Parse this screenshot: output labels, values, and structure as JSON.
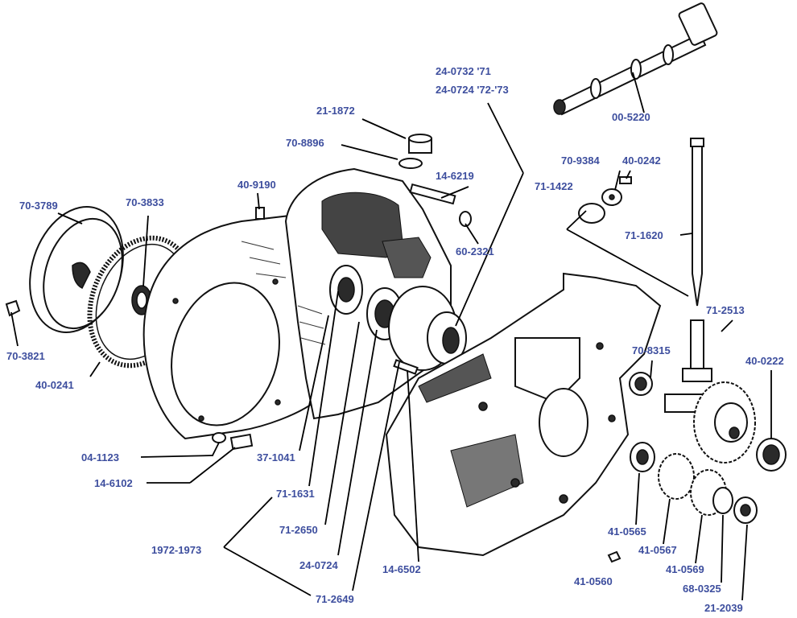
{
  "diagram": {
    "labels": [
      {
        "id": "00-5220",
        "text": "00-5220"
      },
      {
        "id": "24-0732",
        "text": "24-0732  '71"
      },
      {
        "id": "24-0724-72",
        "text": "24-0724  '72-'73"
      },
      {
        "id": "21-1872",
        "text": "21-1872"
      },
      {
        "id": "70-8896",
        "text": "70-8896"
      },
      {
        "id": "14-6219",
        "text": "14-6219"
      },
      {
        "id": "60-2321",
        "text": "60-2321"
      },
      {
        "id": "40-9190",
        "text": "40-9190"
      },
      {
        "id": "70-3789",
        "text": "70-3789"
      },
      {
        "id": "70-3833",
        "text": "70-3833"
      },
      {
        "id": "70-3821",
        "text": "70-3821"
      },
      {
        "id": "40-0241",
        "text": "40-0241"
      },
      {
        "id": "70-9384",
        "text": "70-9384"
      },
      {
        "id": "40-0242",
        "text": "40-0242"
      },
      {
        "id": "71-1422",
        "text": "71-1422"
      },
      {
        "id": "71-1620",
        "text": "71-1620"
      },
      {
        "id": "71-2513",
        "text": "71-2513"
      },
      {
        "id": "70-8315",
        "text": "70-8315"
      },
      {
        "id": "40-0222",
        "text": "40-0222"
      },
      {
        "id": "04-1123",
        "text": "04-1123"
      },
      {
        "id": "14-6102",
        "text": "14-6102"
      },
      {
        "id": "37-1041",
        "text": "37-1041"
      },
      {
        "id": "71-1631",
        "text": "71-1631"
      },
      {
        "id": "71-2650",
        "text": "71-2650"
      },
      {
        "id": "1972-1973",
        "text": "1972-1973"
      },
      {
        "id": "24-0724",
        "text": "24-0724"
      },
      {
        "id": "14-6502",
        "text": "14-6502"
      },
      {
        "id": "71-2649",
        "text": "71-2649"
      },
      {
        "id": "41-0565",
        "text": "41-0565"
      },
      {
        "id": "41-0567",
        "text": "41-0567"
      },
      {
        "id": "41-0569",
        "text": "41-0569"
      },
      {
        "id": "41-0560",
        "text": "41-0560"
      },
      {
        "id": "68-0325",
        "text": "68-0325"
      },
      {
        "id": "21-2039",
        "text": "21-2039"
      }
    ]
  },
  "colors": {
    "label": "#3d4e9e",
    "line": "#000000",
    "background": "#ffffff"
  }
}
